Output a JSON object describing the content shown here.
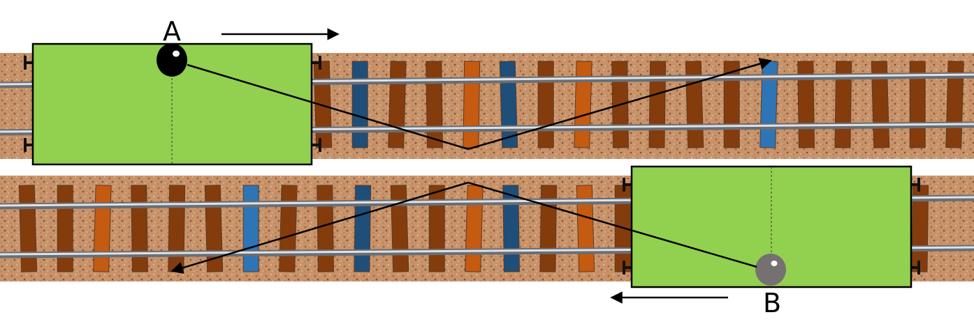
{
  "labels": {
    "a": "A",
    "b": "B"
  },
  "colors": {
    "background": "#ffffff",
    "ballast": "#c8936a",
    "ballast_dark": "#9a6744",
    "rail": "#b8bcc2",
    "rail_dark": "#6a6e74",
    "wagon_fill": "#92d050",
    "wagon_stroke": "#000000",
    "ball_a": "#000000",
    "ball_b": "#767171",
    "path": "#000000",
    "tie_colors": [
      "#843c0c",
      "#1f4e79",
      "#c55a11",
      "#2e75b6"
    ]
  },
  "tracks": [
    {
      "name": "top-track",
      "tie_pattern": [
        0,
        1,
        0,
        0,
        2,
        1,
        0,
        2,
        0,
        0,
        0,
        0,
        3,
        0,
        0,
        0,
        0,
        0
      ]
    },
    {
      "name": "bottom-track",
      "tie_pattern": [
        0,
        0,
        2,
        0,
        0,
        0,
        3,
        0,
        0,
        1,
        0,
        0,
        2,
        1,
        0,
        2,
        0,
        0,
        0,
        0,
        0,
        0,
        0,
        0,
        0
      ]
    }
  ],
  "wagons": [
    {
      "name": "wagon-a",
      "ball": "ball-a",
      "motion": "right"
    },
    {
      "name": "wagon-b",
      "ball": "ball-b",
      "motion": "left"
    }
  ]
}
